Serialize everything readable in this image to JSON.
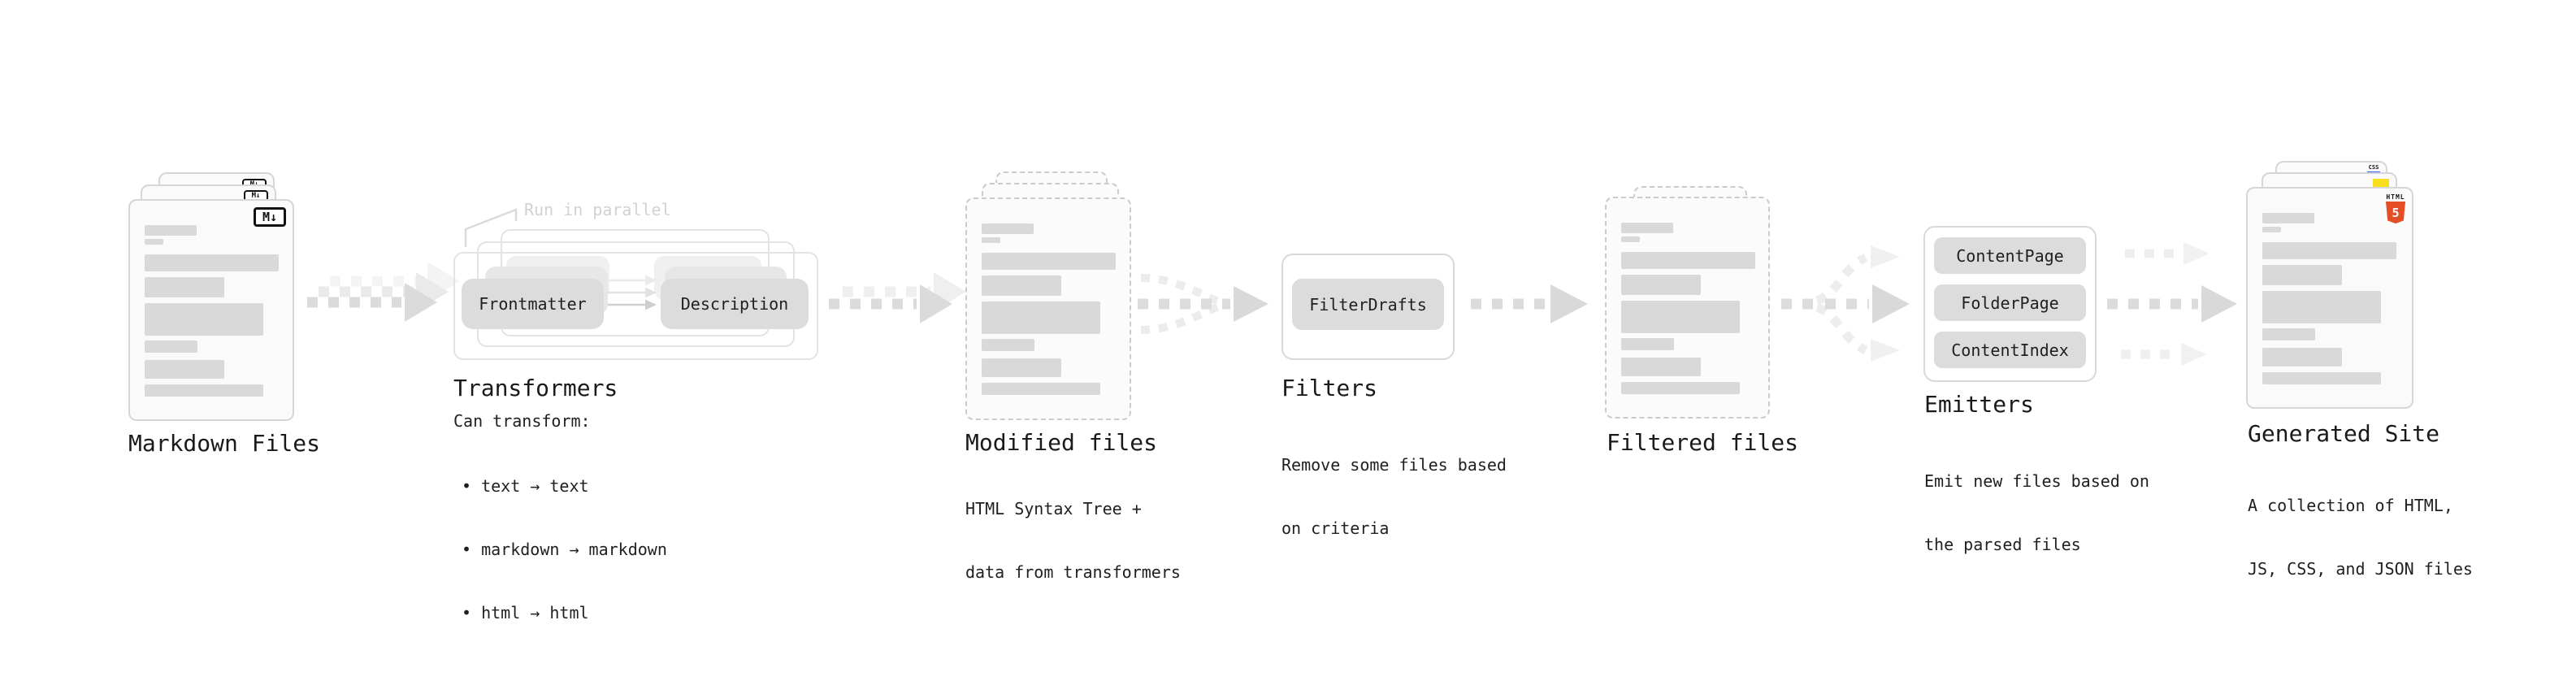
{
  "badges": {
    "markdown": "M↓",
    "html_word": "HTML",
    "html_number": "5",
    "css_word": "CSS"
  },
  "colors": {
    "html5_orange": "#E44D26",
    "js_yellow": "#F7DF1E",
    "css_blue": "#2965F1",
    "arrow_gray": "#DBDBDB",
    "bar_gray": "#D9D9D9"
  },
  "stages": {
    "markdown": {
      "title": "Markdown Files"
    },
    "transformers": {
      "title": "Transformers",
      "annotation": "Run in parallel",
      "pill_left": "Frontmatter",
      "pill_right": "Description",
      "note": "Can transform:",
      "bullets": [
        "• text → text",
        "• markdown → markdown",
        "• html → html"
      ]
    },
    "modified": {
      "title": "Modified files",
      "desc": [
        "HTML Syntax Tree +",
        "data from transformers"
      ]
    },
    "filters": {
      "title": "Filters",
      "pill": "FilterDrafts",
      "desc": [
        "Remove some files based",
        "on criteria"
      ]
    },
    "filtered": {
      "title": "Filtered files"
    },
    "emitters": {
      "title": "Emitters",
      "pills": [
        "ContentPage",
        "FolderPage",
        "ContentIndex"
      ],
      "desc": [
        "Emit new files based on",
        "the parsed files"
      ]
    },
    "generated": {
      "title": "Generated Site",
      "desc": [
        "A collection of HTML,",
        "JS, CSS, and JSON files"
      ]
    }
  }
}
